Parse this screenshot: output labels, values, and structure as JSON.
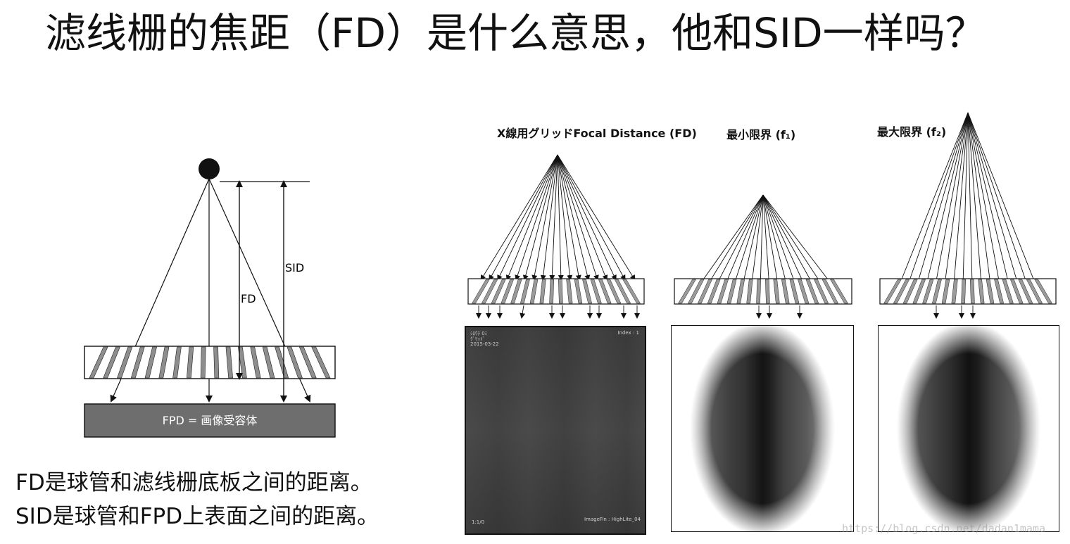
{
  "title": "滤线栅的焦距（FD）是什么意思，他和SID一样吗？",
  "left_diagram": {
    "sid_label": "SID",
    "fd_label": "FD",
    "detector_label": "FPD = 画像受容体"
  },
  "captions": [
    "FD是球管和滤线栅底板之间的距离。",
    "SID是球管和FPD上表面之间的距离。"
  ],
  "right_figure": {
    "panels": [
      {
        "title": "X線用グリッドFocal Distance (FD)"
      },
      {
        "title": "最小限界 (f₁)"
      },
      {
        "title": "最大限界 (f₂)"
      }
    ],
    "first_image_overlay": {
      "top_left_1": "ｼﾛｳﾁ 0ﾐ",
      "top_left_2": "ｸﾞﾘｯﾄﾞ",
      "top_left_3": "2015-03-22",
      "top_right": "Index : 1",
      "bottom_left": "1:1/0",
      "bottom_right": "ImageFin : HighLite_04"
    }
  },
  "watermark": "https://blog.csdn.net/dadan1mama"
}
